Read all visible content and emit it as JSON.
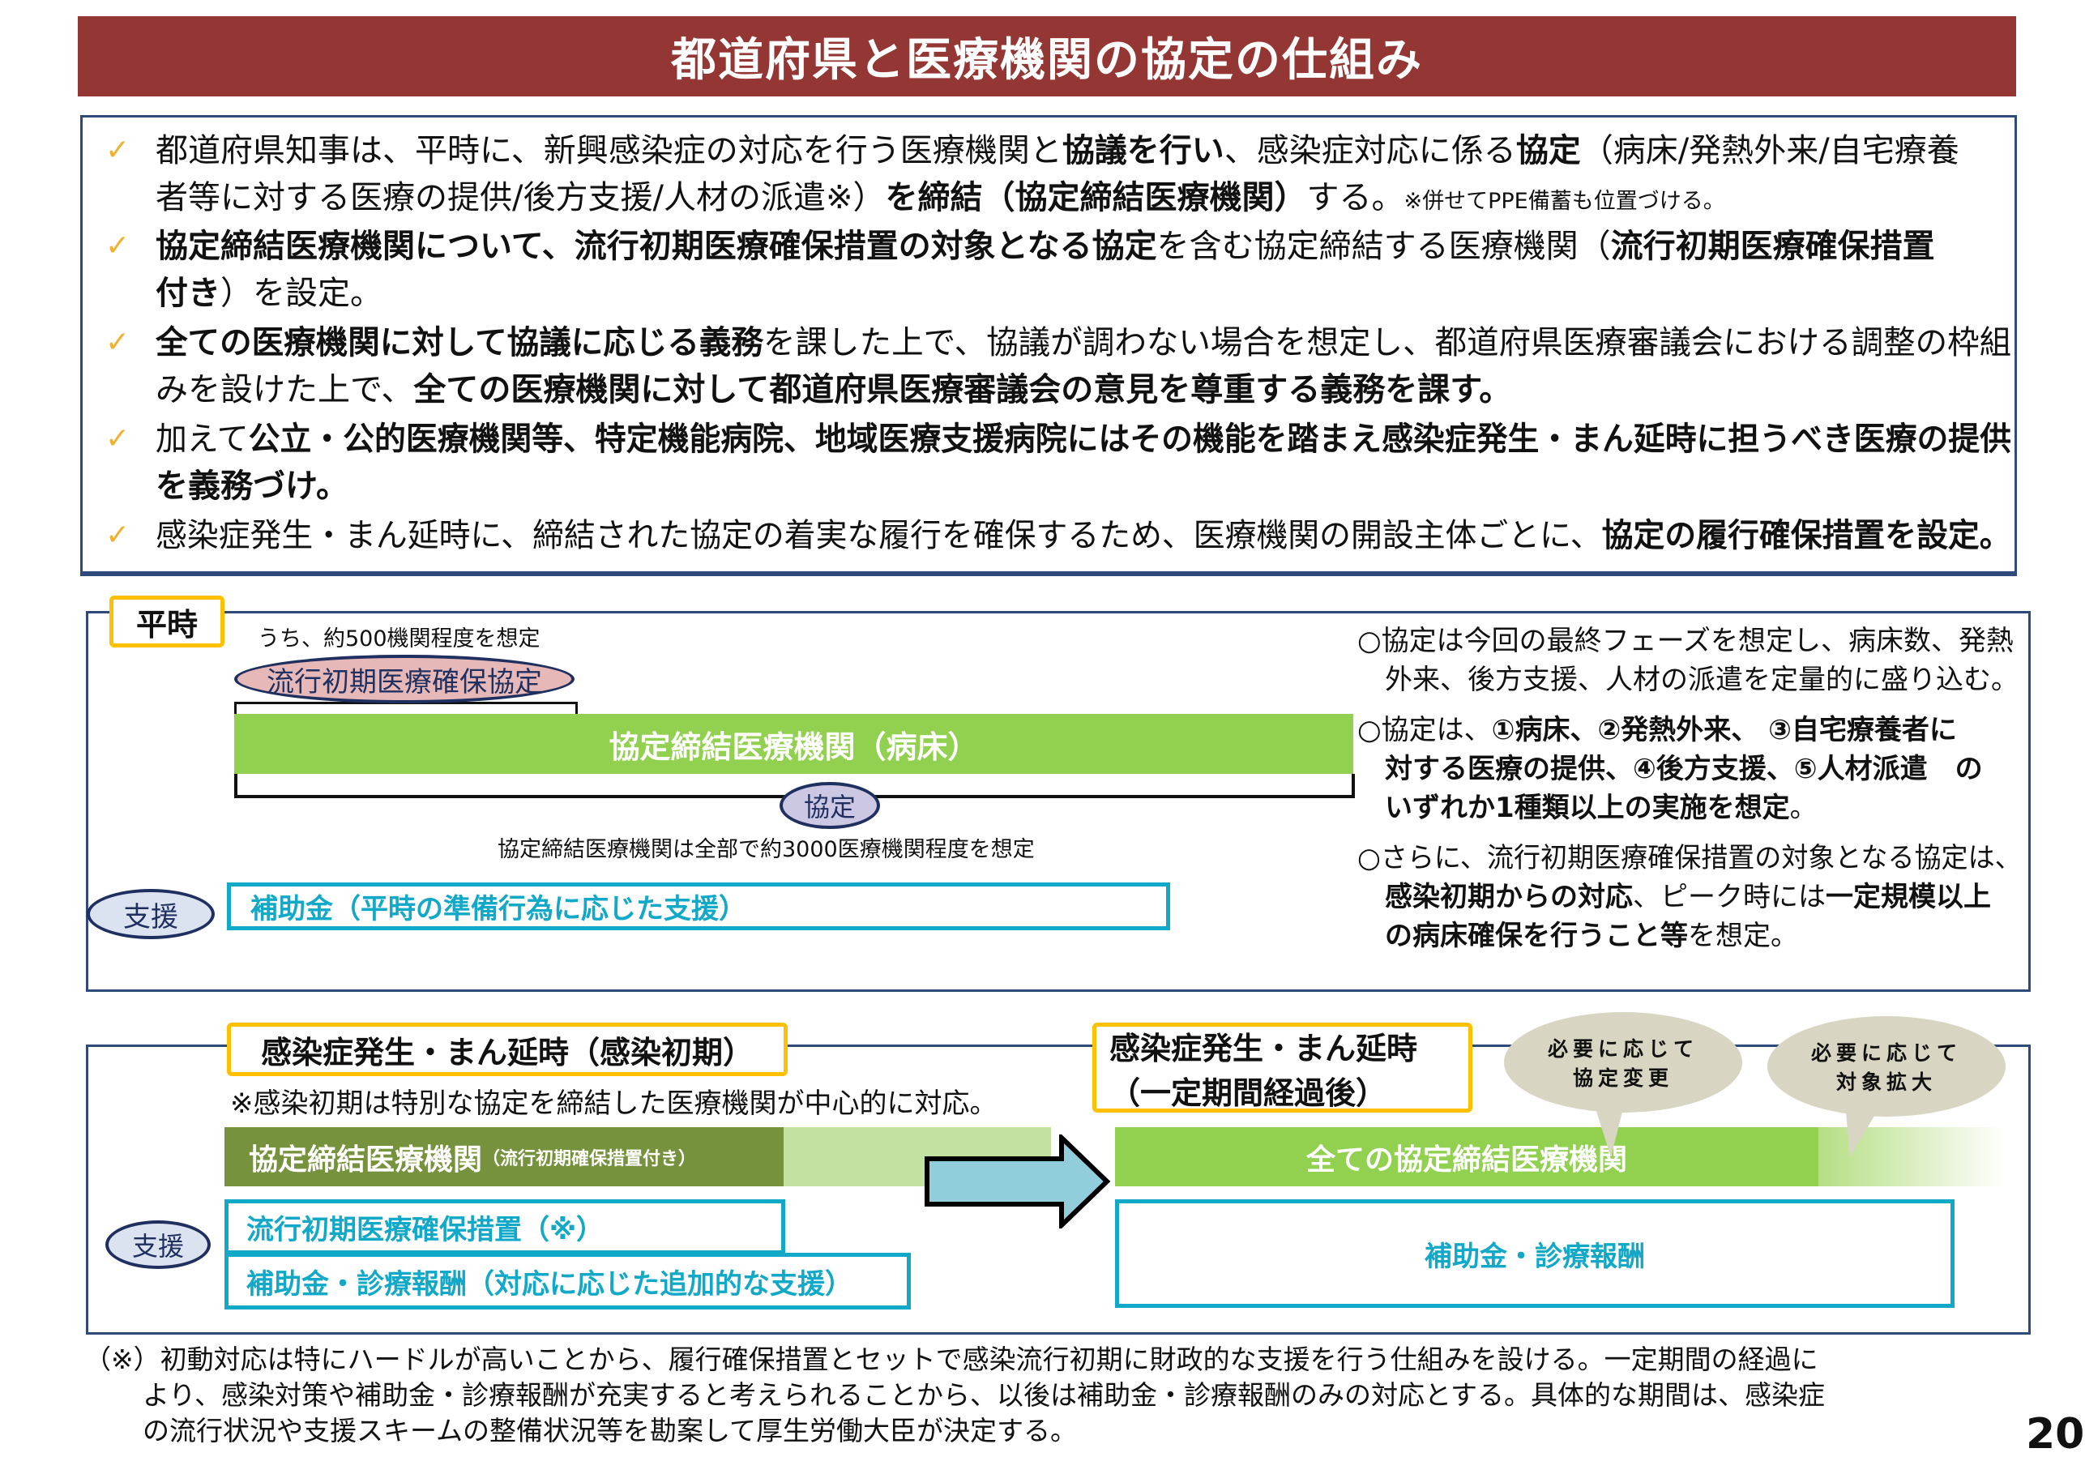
{
  "title": "都道府県と医療機関の協定の仕組み",
  "bullets": [
    {
      "lines": [
        [
          {
            "t": "都道府県知事は、平時に、新興感染症の対応を行う医療機関と"
          },
          {
            "t": "協議を行い",
            "b": true
          },
          {
            "t": "、感染症対応に係る"
          },
          {
            "t": "協定",
            "b": true
          },
          {
            "t": "（病床/発熱外来/自宅療養"
          }
        ],
        [
          {
            "t": "者等に対する医療の提供/後方支援/人材の派遣※）"
          },
          {
            "t": "を締結（協定締結医療機関）",
            "b": true
          },
          {
            "t": "する。"
          },
          {
            "t": "※併せてPPE備蓄も位置づける。",
            "s": true
          }
        ]
      ]
    },
    {
      "lines": [
        [
          {
            "t": "協定締結医療機関について、流行初期医療確保措置の対象となる協定",
            "b": true
          },
          {
            "t": "を含む協定締結する医療機関（"
          },
          {
            "t": "流行初期医療確保措置",
            "b": true
          }
        ],
        [
          {
            "t": "付き",
            "b": true
          },
          {
            "t": "）を設定。"
          }
        ]
      ]
    },
    {
      "lines": [
        [
          {
            "t": "全ての医療機関に対して協議に応じる義務",
            "b": true
          },
          {
            "t": "を課した上で、協議が調わない場合を想定し、都道府県医療審議会における調整の枠組"
          }
        ],
        [
          {
            "t": "みを設けた上で、"
          },
          {
            "t": "全ての医療機関に対して都道府県医療審議会の意見を尊重する義務を課す。",
            "b": true
          }
        ]
      ]
    },
    {
      "lines": [
        [
          {
            "t": "加えて"
          },
          {
            "t": "公立・公的医療機関等、特定機能病院、地域医療支援病院にはその機能を踏まえ感染症発生・まん延時に担うべき医療の提供",
            "b": true
          }
        ],
        [
          {
            "t": "を義務づけ。",
            "b": true
          }
        ]
      ]
    },
    {
      "lines": [
        [
          {
            "t": "感染症発生・まん延時に、締結された協定の着実な履行を確保するため、医療機関の開設主体ごとに、"
          },
          {
            "t": "協定の履行確保措置を設定。",
            "b": true
          }
        ]
      ]
    }
  ],
  "heiji": {
    "label": "平時",
    "note_500": "うち、約500機関程度を想定",
    "early_agreement": "流行初期医療確保協定",
    "bar_label": "協定締結医療機関（病床）",
    "agreement": "協定",
    "note_3000": "協定締結医療機関は全部で約3000医療機関程度を想定",
    "support": "支援",
    "subsidy": "補助金（平時の準備行為に応じた支援）",
    "right_text": [
      [
        {
          "t": "○協定は今回の最終フェーズを想定し、病床数、発熱"
        }
      ],
      [
        {
          "t": "　外来、後方支援、人材の派遣を定量的に盛り込む。"
        }
      ],
      [
        {
          "t": "○協定は、"
        },
        {
          "t": "①病床、②発熱外来、 ③自宅療養者に",
          "b": true
        }
      ],
      [
        {
          "t": "　対する医療の提供、④後方支援、⑤人材派遣　の",
          "b": true
        }
      ],
      [
        {
          "t": "　いずれか1種類以上の実施を想定",
          "b": true
        },
        {
          "t": "。"
        }
      ],
      [
        {
          "t": "○さらに、流行初期医療確保措置の対象となる協定は、"
        }
      ],
      [
        {
          "t": "　感染初期からの対応",
          "b": true
        },
        {
          "t": "、ピーク時には"
        },
        {
          "t": "一定規模以上",
          "b": true
        }
      ],
      [
        {
          "t": "　の病床確保を行うこと等",
          "b": true
        },
        {
          "t": "を想定。"
        }
      ]
    ]
  },
  "outbreak": {
    "early_label": "感染症発生・まん延時（感染初期）",
    "early_note": "※感染初期は特別な協定を締結した医療機関が中心的に対応。",
    "early_bar": "協定締結医療機関",
    "early_bar_sub": "（流行初期確保措置付き）",
    "support": "支援",
    "early_measure": "流行初期医療確保措置（※）",
    "early_subsidy": "補助金・診療報酬（対応に応じた追加的な支援）",
    "later_label_1": "感染症発生・まん延時",
    "later_label_2": "（一定期間経過後）",
    "bubble1_1": "必要に応じて",
    "bubble1_2": "協定変更",
    "bubble2_1": "必要に応じて",
    "bubble2_2": "対象拡大",
    "later_bar": "全ての協定締結医療機関",
    "later_subsidy": "補助金・診療報酬"
  },
  "footnote": [
    "（※）初動対応は特にハードルが高いことから、履行確保措置とセットで感染流行初期に財政的な支援を行う仕組みを設ける。一定期間の経過に",
    "より、感染対策や補助金・診療報酬が充実すると考えられることから、以後は補助金・診療報酬のみの対応とする。具体的な期間は、感染症",
    "の流行状況や支援スキームの整備状況等を勘案して厚生労働大臣が決定する。"
  ],
  "page_number": "20",
  "colors": {
    "title_bg": "#943634",
    "green": "#92D050",
    "dark_green": "#76923C",
    "teal": "#12A8C8",
    "navy": "#2E4A7A",
    "yellow": "#FFC000"
  }
}
